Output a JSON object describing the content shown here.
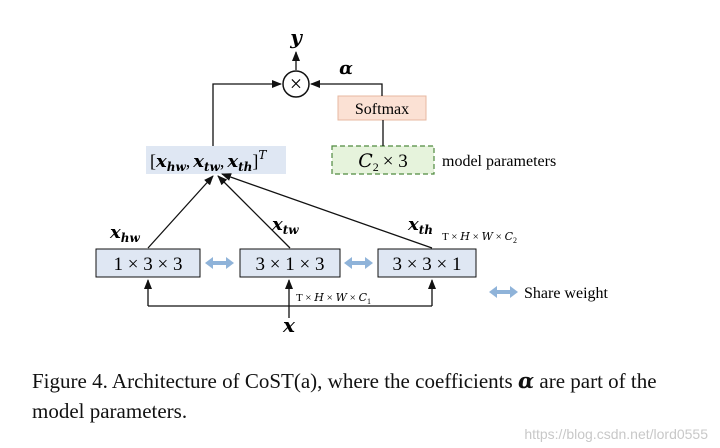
{
  "output": {
    "label": "y"
  },
  "multiply": {
    "symbol": "×"
  },
  "alpha": {
    "label": "α"
  },
  "softmax": {
    "label": "Softmax",
    "fill": "#fbe1d4",
    "stroke": "#e7b8a2"
  },
  "params": {
    "box_c": "C",
    "box_sub": "2",
    "box_rest": "× 3",
    "side_label": "model parameters",
    "fill": "#e6f3dc",
    "stroke": "#4f8a3f"
  },
  "concat": {
    "open": "[",
    "x": "x",
    "sub_hw": "hw",
    "sub_tw": "tw",
    "sub_th": "th",
    "comma": ",",
    "close": "]",
    "sup": "T",
    "fill": "#dfe7f3"
  },
  "branches": [
    {
      "kernel": "1 × 3 × 3",
      "label_x": "x",
      "label_sub": "hw"
    },
    {
      "kernel": "3 × 1 × 3",
      "label_x": "x",
      "label_sub": "tw"
    },
    {
      "kernel": "3 × 3 × 1",
      "label_x": "x",
      "label_sub": "th"
    }
  ],
  "dims": {
    "top": {
      "T": "T",
      "H": "H",
      "W": "W",
      "C": "C",
      "sub": "2"
    },
    "bottom": {
      "T": "T",
      "H": "H",
      "W": "W",
      "C": "C",
      "sub": "1"
    }
  },
  "share_legend": {
    "label": "Share weight",
    "arrow_color": "#8fb3d9"
  },
  "box_fill": "#dfe7f3",
  "input": {
    "label": "x"
  },
  "caption": {
    "prefix": "Figure 4.  Architecture of CoST(a), where the coefficients ",
    "alpha": "α",
    "suffix": " are part of the model parameters."
  },
  "watermark": "https://blog.csdn.net/lord0555"
}
